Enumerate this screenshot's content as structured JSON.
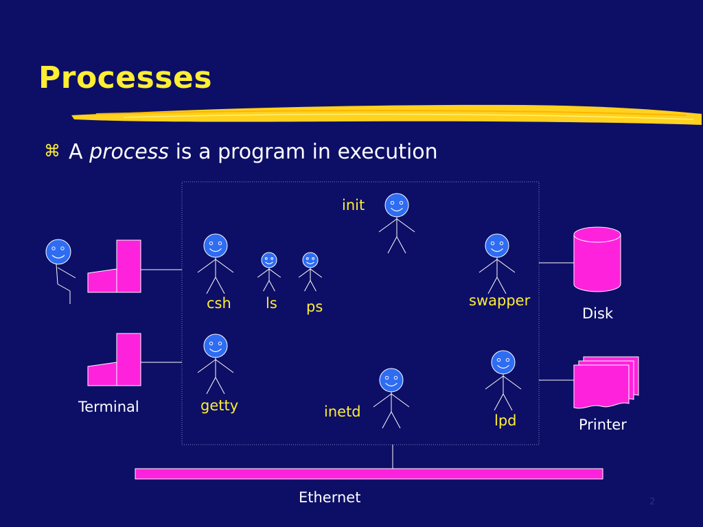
{
  "slide": {
    "title": "Processes",
    "bullet": {
      "prefix": "A",
      "emphasis": "process",
      "rest": "is a program in execution"
    },
    "page_number": "2"
  },
  "processes": {
    "init": "init",
    "csh": "csh",
    "ls": "ls",
    "ps": "ps",
    "swapper": "swapper",
    "getty": "getty",
    "inetd": "inetd",
    "lpd": "lpd"
  },
  "devices": {
    "terminal": "Terminal",
    "disk": "Disk",
    "printer": "Printer",
    "ethernet": "Ethernet"
  },
  "colors": {
    "background": "#0d0f66",
    "title": "#ffee33",
    "process_label": "#ffee33",
    "device_label": "#ffffff",
    "person_fill": "#2e6cf2",
    "device_fill": "#ff22dd"
  },
  "icons": {
    "bullet": "command-key-icon",
    "process": "stick-figure-icon",
    "user": "user-icon",
    "terminal": "terminal-icon",
    "disk": "disk-cylinder-icon",
    "printer": "printer-paper-stack-icon"
  }
}
